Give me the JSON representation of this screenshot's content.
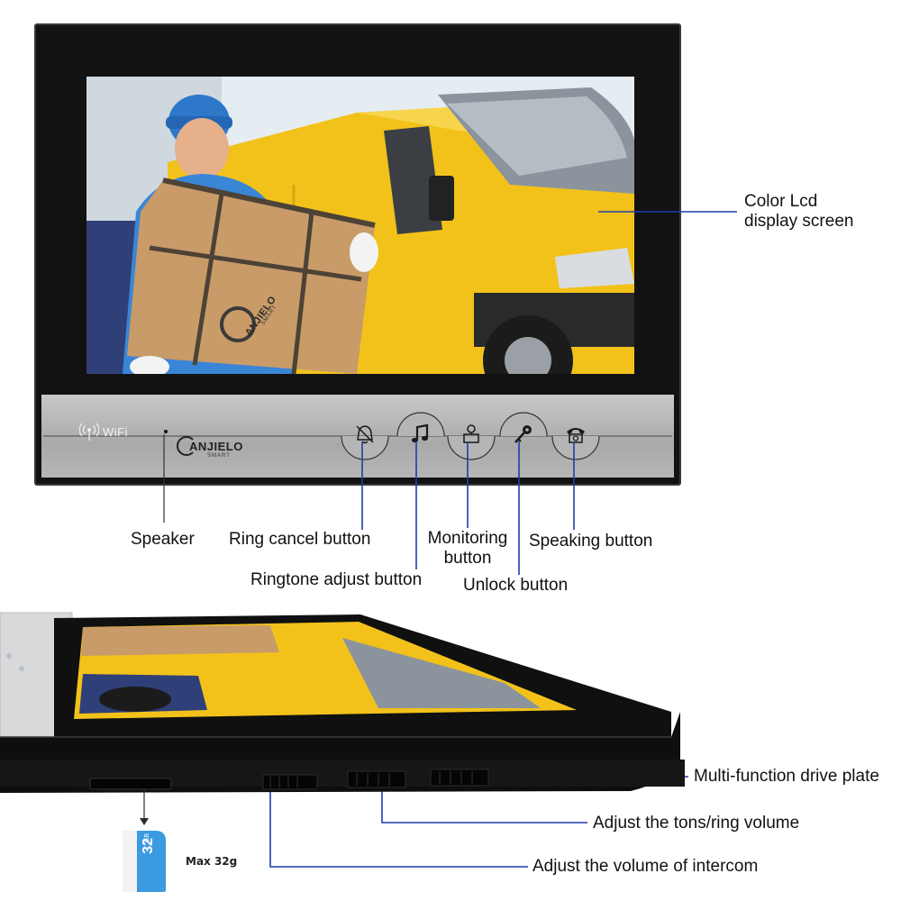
{
  "monitor": {
    "panel_wifi_label": "WiFi",
    "logo_main": "ANJIELO",
    "logo_sub": "SMART",
    "screen_logo_main": "ANJIELO",
    "screen_logo_sub": "SMART"
  },
  "callouts": {
    "display": [
      "Color Lcd",
      "display screen"
    ],
    "speaker": "Speaker",
    "ring_cancel": "Ring cancel button",
    "ringtone_adjust": "Ringtone adjust button",
    "monitoring": [
      "Monitoring",
      "button"
    ],
    "unlock": "Unlock button",
    "speaking": "Speaking button"
  },
  "bottom_callouts": {
    "drive_plate": "Multi-function drive plate",
    "tone_volume": "Adjust the tons/ring volume",
    "intercom_volume": "Adjust the volume of intercom"
  },
  "sd_card": {
    "capacity": "32",
    "unit": "GB",
    "max_label": "Max 32g"
  },
  "colors": {
    "leader_line": "#1f3cab",
    "bezel": "#121212",
    "panel": "#b5b5b5",
    "van_yellow": "#f2c21b",
    "sd_blue": "#3c9ae0"
  },
  "icons": [
    "wifi-signal-icon",
    "bell-off-icon",
    "music-note-icon",
    "monitor-icon",
    "key-icon",
    "phone-icon"
  ]
}
